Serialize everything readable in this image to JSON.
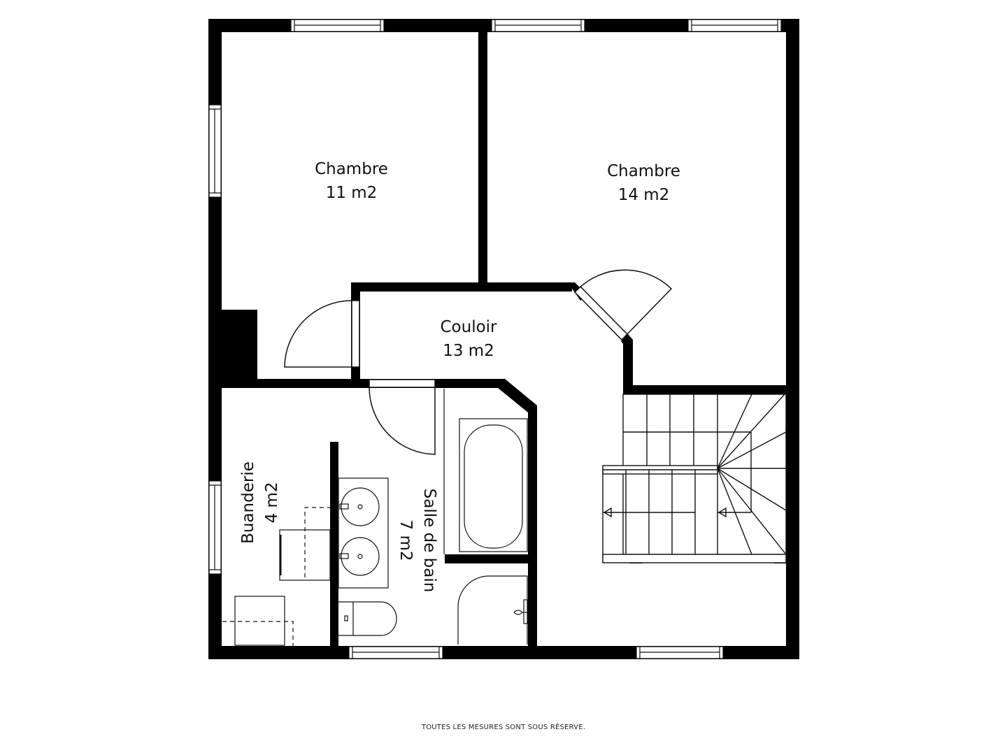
{
  "plan": {
    "rooms": [
      {
        "id": "chambre-1",
        "name": "Chambre",
        "area": "11 m2"
      },
      {
        "id": "chambre-2",
        "name": "Chambre",
        "area": "14 m2"
      },
      {
        "id": "couloir",
        "name": "Couloir",
        "area": "13 m2"
      },
      {
        "id": "buanderie",
        "name": "Buanderie",
        "area": "4 m2"
      },
      {
        "id": "salle-de-bain",
        "name": "Salle de bain",
        "area": "7 m2"
      }
    ],
    "colors": {
      "wall": "#000000",
      "line": "#111111",
      "background": "#ffffff"
    }
  },
  "footer": {
    "disclaimer": "TOUTES LES MESURES SONT SOUS RÉSERVE."
  }
}
